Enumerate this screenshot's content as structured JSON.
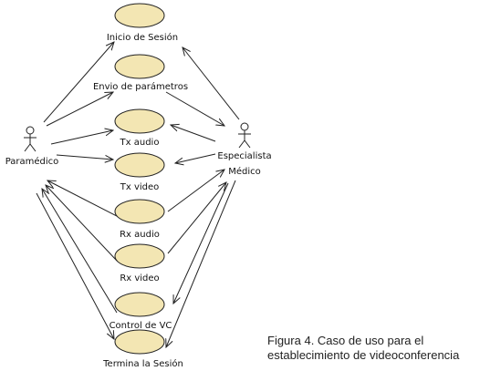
{
  "colors": {
    "ellipse_fill": "#f3e6b3",
    "stroke": "#222222"
  },
  "actors": {
    "paramedico": {
      "name": "Paramédico",
      "icon": "stick-figure-icon"
    },
    "especialista": {
      "name_line1": "Especialista",
      "name_line2": "Médico",
      "icon": "stick-figure-icon"
    }
  },
  "use_cases": {
    "inicio": "Inicio de Sesión",
    "envio": "Envio de parámetros",
    "tx_audio": "Tx audio",
    "tx_video": "Tx video",
    "rx_audio": "Rx audio",
    "rx_video": "Rx video",
    "control": "Control de VC",
    "termina": "Termina la Sesión"
  },
  "caption": {
    "line1": "Figura 4. Caso de uso para el",
    "line2": "establecimiento de videoconferencia"
  }
}
